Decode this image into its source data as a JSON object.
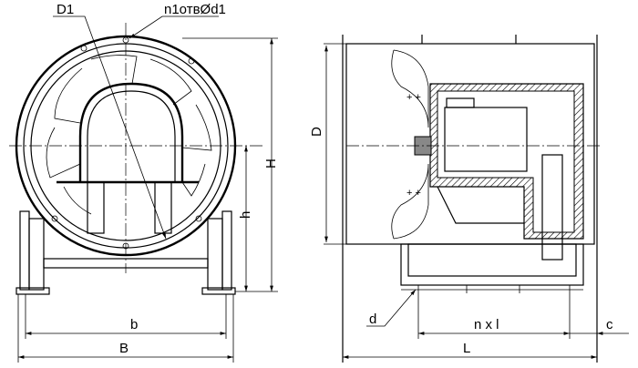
{
  "front_view": {
    "labels": {
      "outer_diameter": "D1",
      "holes": "n1отвØd1",
      "total_height": "H",
      "axis_height": "h",
      "inner_base_width": "b",
      "outer_base_width": "B"
    }
  },
  "side_view": {
    "labels": {
      "diameter": "D",
      "base_hole": "d",
      "hole_spacing": "n x l",
      "length": "L",
      "offset": "c"
    }
  }
}
